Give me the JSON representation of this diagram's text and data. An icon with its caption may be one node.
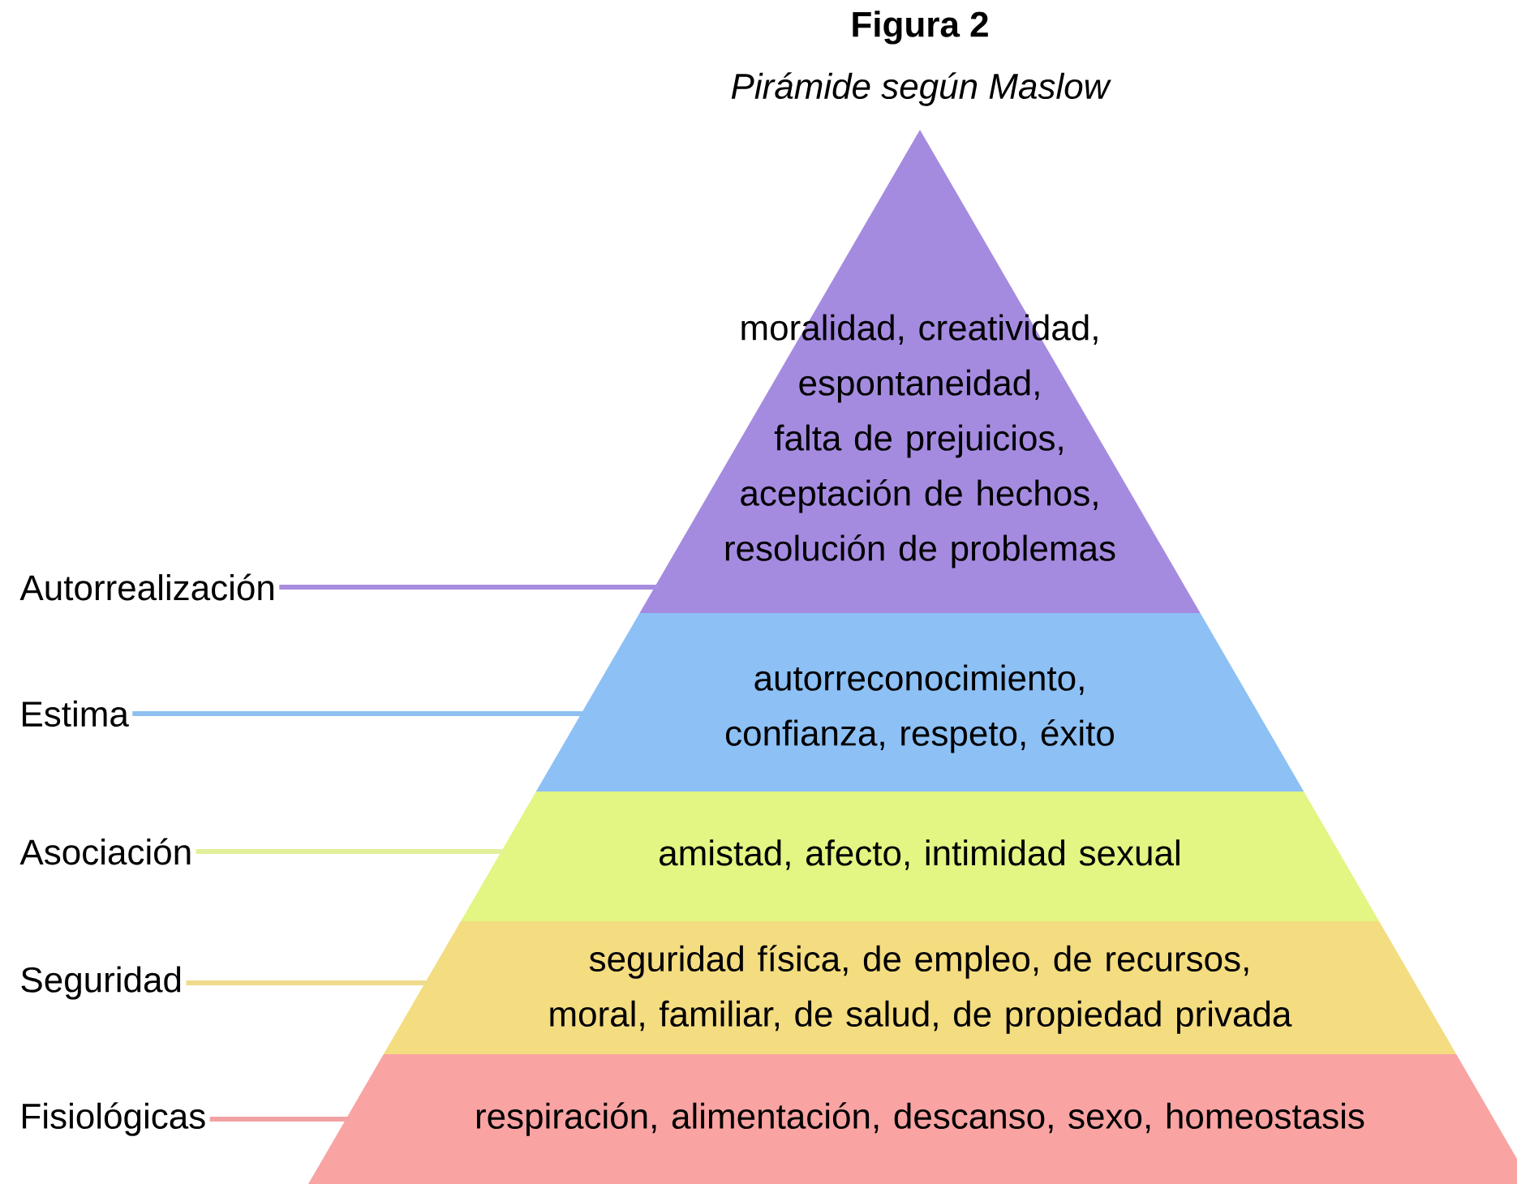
{
  "diagram": {
    "title": "Figura 2",
    "caption": "Pirámide según Maslow",
    "nodes": [
      {
        "text": [
          "moralidad, creatividad, espontaneidad, falta de prejuicios, aceptación de hechos, resolución de problemas"
        ]
      },
      {
        "text": [
          "autorreconocimiento, confianza, respeto, éxito"
        ]
      },
      {
        "text": [
          "amistad, afecto, intimidad sexual"
        ]
      },
      {
        "text": [
          "seguridad física, de empleo, de recursos, moral, familiar, de salud, de propiedad privada"
        ]
      },
      {
        "text": [
          "respiración, alimentación, descanso, sexo, homeostasis"
        ]
      },
      {
        "text": [
          "Autorrealización"
        ]
      },
      {
        "text": [
          "Estima"
        ]
      },
      {
        "text": [
          "Asociación"
        ]
      },
      {
        "text": [
          "Seguridad"
        ]
      },
      {
        "text": [
          "Fisiológicas"
        ]
      }
    ],
    "edges": [
      {
        "from": 5,
        "to": 0,
        "arrow": "none",
        "color": "#a78ce0"
      },
      {
        "from": 6,
        "to": 1,
        "arrow": "none",
        "color": "#8dc0f0"
      },
      {
        "from": 7,
        "to": 2,
        "arrow": "none",
        "color": "#e2f09a"
      },
      {
        "from": 8,
        "to": 3,
        "arrow": "none",
        "color": "#f0da8c"
      },
      {
        "from": 9,
        "to": 4,
        "arrow": "none",
        "color": "#f2a2a2"
      }
    ]
  }
}
